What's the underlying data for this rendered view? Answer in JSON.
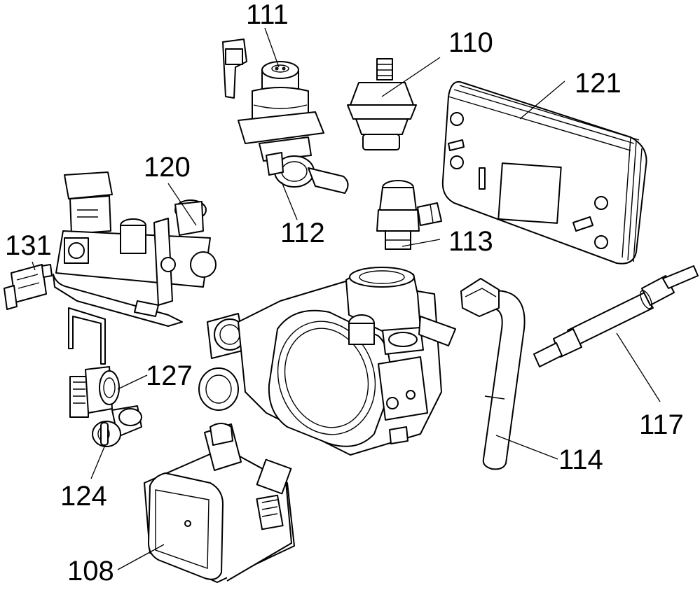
{
  "callouts": [
    {
      "id": "111",
      "label": "111"
    },
    {
      "id": "110",
      "label": "110"
    },
    {
      "id": "121",
      "label": "121"
    },
    {
      "id": "120",
      "label": "120"
    },
    {
      "id": "112",
      "label": "112"
    },
    {
      "id": "113",
      "label": "113"
    },
    {
      "id": "131",
      "label": "131"
    },
    {
      "id": "127",
      "label": "127"
    },
    {
      "id": "124",
      "label": "124"
    },
    {
      "id": "117",
      "label": "117"
    },
    {
      "id": "114",
      "label": "114"
    },
    {
      "id": "108",
      "label": "108"
    }
  ]
}
